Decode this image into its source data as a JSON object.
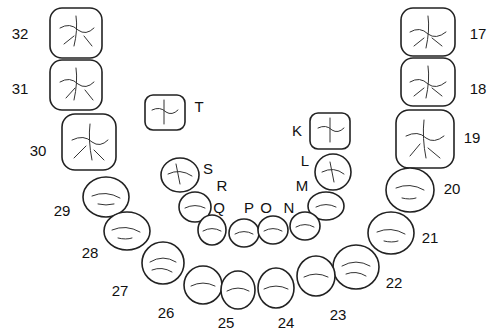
{
  "diagram": {
    "labels": [
      "32",
      "31",
      "30",
      "29",
      "28",
      "27",
      "26",
      "25",
      "24",
      "23",
      "22",
      "21",
      "20",
      "19",
      "18",
      "17",
      "T",
      "S",
      "R",
      "Q",
      "P",
      "O",
      "N",
      "M",
      "L",
      "K"
    ]
  }
}
